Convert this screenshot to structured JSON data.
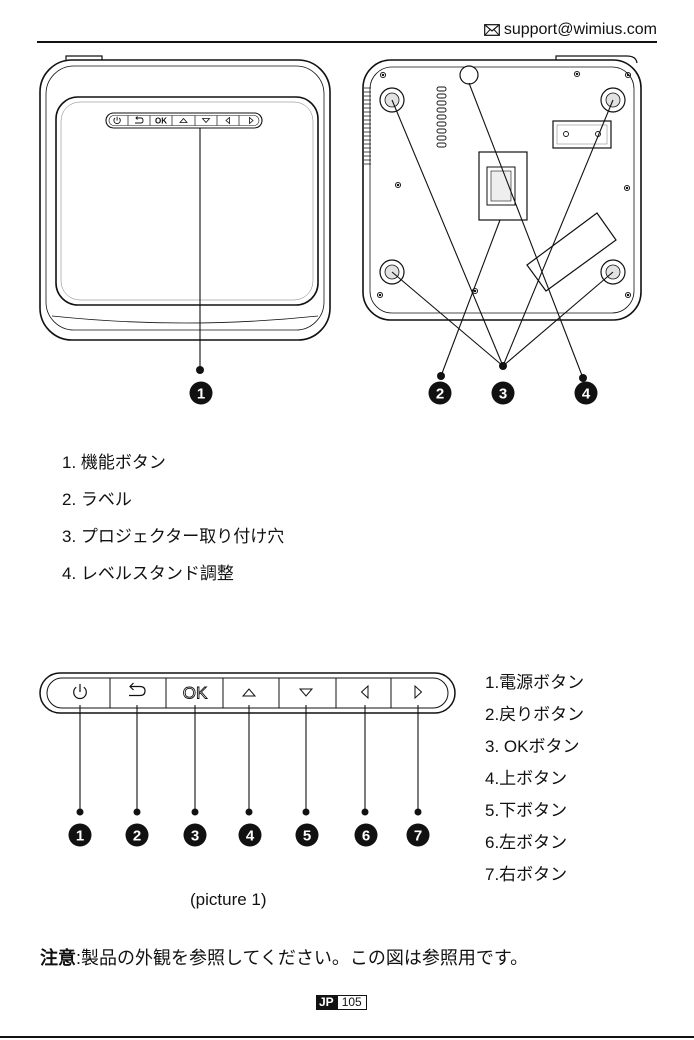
{
  "header": {
    "email": "support@wimius.com",
    "icon": "envelope-icon"
  },
  "figure_top": {
    "strip_ok_label": "OK",
    "callouts_left": [
      "1"
    ],
    "callouts_right": [
      "2",
      "3",
      "4"
    ]
  },
  "parts_list": [
    "1. 機能ボタン",
    "2. ラベル",
    "3. プロジェクター取り付け穴",
    "4. レベルスタンド調整"
  ],
  "button_panel": {
    "ok_label": "OK",
    "icons": [
      "power-icon",
      "back-icon",
      "up-icon",
      "down-icon",
      "left-icon",
      "right-icon"
    ],
    "callouts": [
      "1",
      "2",
      "3",
      "4",
      "5",
      "6",
      "7"
    ],
    "buttons_list": [
      "1.電源ボタン",
      "2.戻りボタン",
      "3. OKボタン",
      "4.上ボタン",
      "5.下ボタン",
      "6.左ボタン",
      "7.右ボタン"
    ]
  },
  "caption": "(picture 1)",
  "note": {
    "label": "注意",
    "text": ":製品の外観を参照してください。この図は参照用です。"
  },
  "footer": {
    "lang": "JP",
    "page": "105"
  }
}
